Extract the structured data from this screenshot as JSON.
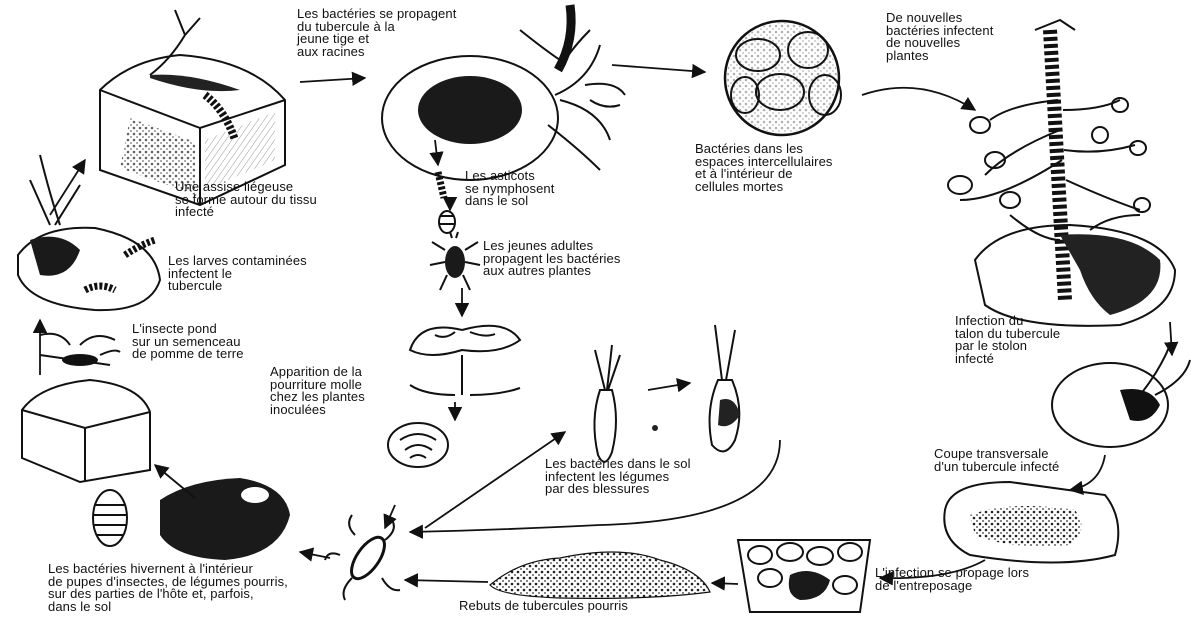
{
  "labels": {
    "bacteria_spread": "Les bactéries se propagent\ndu tubercule à la\njeune tige et\naux racines",
    "new_bacteria": "De nouvelles\nbactéries infectent\nde nouvelles\nplantes",
    "intercellular": "Bactéries dans les\nespaces intercellulaires\net à l'intérieur de\ncellules mortes",
    "cork_layer": "Une assise liégeuse\nse forme autour du tissu\ninfecté",
    "maggots_pupate": "Les asticots\nse nymphosent\ndans le sol",
    "young_adults": "Les jeunes adultes\npropagent les bactéries\naux autres plantes",
    "larvae_infect": "Les larves contaminées\ninfectent le\ntubercule",
    "heel_infection": "Infection du\ntalon du tubercule\npar le stolon\ninfecté",
    "insect_lays": "L'insecte pond\nsur un semenceau\nde pomme de terre",
    "soft_rot": "Apparition de la\npourriture molle\nchez les plantes\ninoculées",
    "cross_section": "Coupe transversale\nd'un tubercule infecté",
    "soil_bacteria": "Les bactéries dans le sol\ninfectent les légumes\npar des blessures",
    "storage_spread": "L'infection se propage lors\nde l'entreposage",
    "overwinter": "Les bactéries hivernent à l'intérieur\nde pupes d'insectes, de légumes pourris,\nsur des parties de l'hôte et, parfois,\ndans le sol",
    "rotten_culls": "Rebuts de tubercules pourris"
  }
}
